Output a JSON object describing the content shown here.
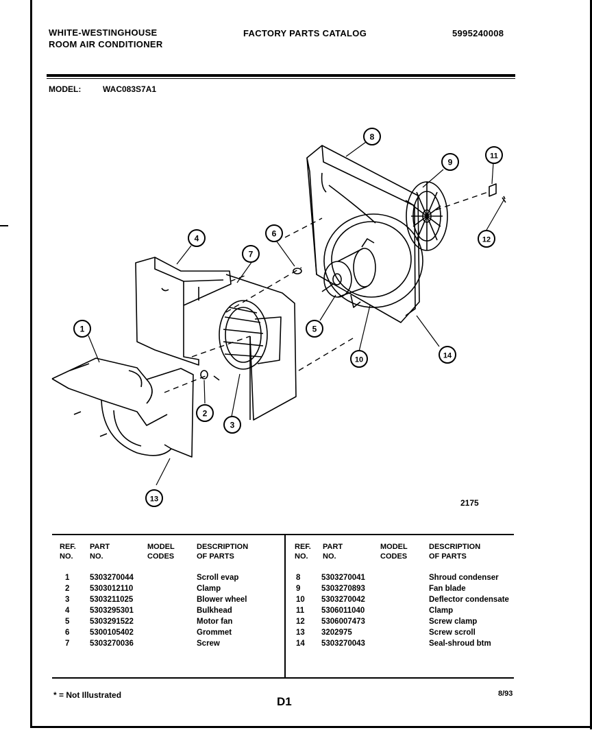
{
  "header": {
    "brand_line1": "WHITE-WESTINGHOUSE",
    "brand_line2": "ROOM AIR CONDITIONER",
    "title": "FACTORY PARTS CATALOG",
    "catalog_number": "5995240008"
  },
  "model": {
    "label": "MODEL:",
    "value": "WAC083S7A1"
  },
  "diagram": {
    "drawing_number": "2175",
    "callouts": [
      "1",
      "2",
      "3",
      "4",
      "5",
      "6",
      "7",
      "8",
      "9",
      "10",
      "11",
      "12",
      "13",
      "14"
    ]
  },
  "table": {
    "headers": {
      "ref_line1": "REF.",
      "ref_line2": "NO.",
      "part_line1": "PART",
      "part_line2": "NO.",
      "model_line1": "MODEL",
      "model_line2": "CODES",
      "desc_line1": "DESCRIPTION",
      "desc_line2": "OF PARTS"
    },
    "left_rows": [
      {
        "ref": "1",
        "part": "5303270044",
        "codes": "",
        "desc": "Scroll evap"
      },
      {
        "ref": "2",
        "part": "5303012110",
        "codes": "",
        "desc": "Clamp"
      },
      {
        "ref": "3",
        "part": "5303211025",
        "codes": "",
        "desc": "Blower wheel"
      },
      {
        "ref": "4",
        "part": "5303295301",
        "codes": "",
        "desc": "Bulkhead"
      },
      {
        "ref": "5",
        "part": "5303291522",
        "codes": "",
        "desc": "Motor fan"
      },
      {
        "ref": "6",
        "part": "5300105402",
        "codes": "",
        "desc": "Grommet"
      },
      {
        "ref": "7",
        "part": "5303270036",
        "codes": "",
        "desc": "Screw"
      }
    ],
    "right_rows": [
      {
        "ref": "8",
        "part": "5303270041",
        "codes": "",
        "desc": "Shroud condenser"
      },
      {
        "ref": "9",
        "part": "5303270893",
        "codes": "",
        "desc": "Fan blade"
      },
      {
        "ref": "10",
        "part": "5303270042",
        "codes": "",
        "desc": "Deflector condensate"
      },
      {
        "ref": "11",
        "part": "5306011040",
        "codes": "",
        "desc": "Clamp"
      },
      {
        "ref": "12",
        "part": "5306007473",
        "codes": "",
        "desc": "Screw clamp"
      },
      {
        "ref": "13",
        "part": "3202975",
        "codes": "",
        "desc": "Screw scroll"
      },
      {
        "ref": "14",
        "part": "5303270043",
        "codes": "",
        "desc": "Seal-shroud btm"
      }
    ]
  },
  "footer": {
    "note": "* = Not Illustrated",
    "page_code": "D1",
    "date_code": "8/93"
  }
}
